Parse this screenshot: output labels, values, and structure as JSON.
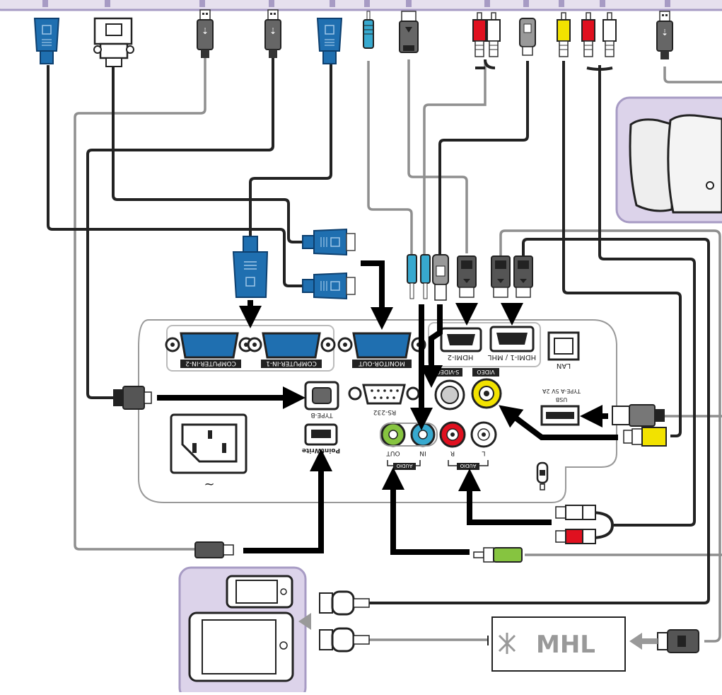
{
  "ports": {
    "computer_in_2": "COMPUTER-IN-2",
    "computer_in_1": "COMPUTER-IN-1",
    "monitor_out": "MONITOR-OUT",
    "hdmi_2": "HDMI-2",
    "hdmi_1_mhl": "HDMI-1 / MHL",
    "lan": "LAN",
    "type_b": "TYPE-B",
    "rs232": "RS-232",
    "s_video": "S-VIDEO",
    "video": "VIDEO",
    "usb_type_a": "TYPE-A 5V 2A",
    "usb_label": "USB",
    "pointwrite": "PointWrite",
    "audio_in_label": "IN",
    "audio_out_label": "OUT",
    "audio_r_label": "R",
    "audio_l_label": "L",
    "audio_group_1": "AUDIO",
    "audio_group_2": "AUDIO",
    "ac_symbol": "~"
  },
  "logos": {
    "mhl": "MHL"
  },
  "colors": {
    "vga_blue": "#1f6fb0",
    "vga_blue_dark": "#0d4a80",
    "cable_black": "#111111",
    "cable_gray": "#8f8f8f",
    "device_bg": "#dcd3ea",
    "device_border": "#a79bc4",
    "rca_red": "#e0101f",
    "rca_yellow": "#f2e200",
    "audio_green": "#86c440",
    "audio_cyan": "#37a9cf"
  },
  "icons": [
    "vga-plug",
    "dvi-plug",
    "usb-plug",
    "mini-jack",
    "hdmi-plug",
    "rca-plug",
    "svideo-plug",
    "micro-usb-plug",
    "speaker",
    "phone",
    "tablet",
    "mhl-adapter",
    "arrow"
  ]
}
